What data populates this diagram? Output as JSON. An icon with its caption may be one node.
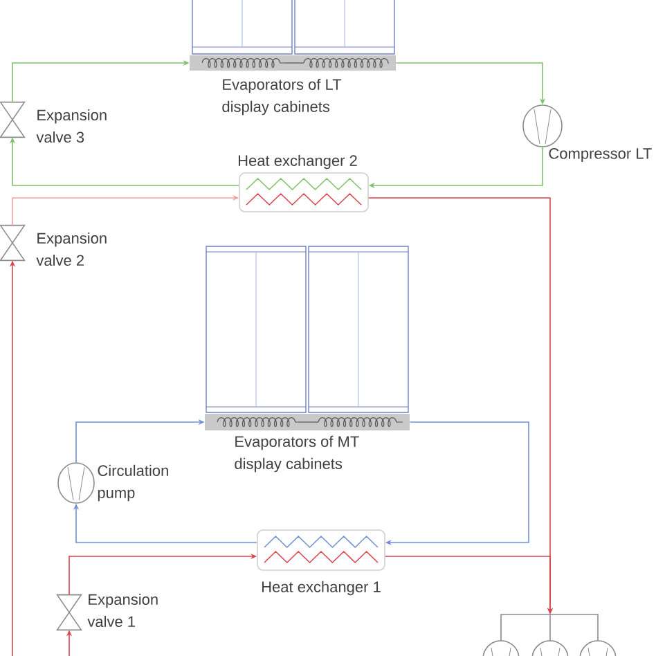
{
  "diagram": {
    "nodes": [
      {
        "text": [
          "Evaporators of LT display cabinets"
        ]
      },
      {
        "text": [
          "Expansion valve 3"
        ]
      },
      {
        "text": [
          "Compressor LT"
        ]
      },
      {
        "text": [
          "Heat exchanger 2"
        ]
      },
      {
        "text": [
          "Expansion valve 2"
        ]
      },
      {
        "text": [
          "Evaporators of MT display cabinets"
        ]
      },
      {
        "text": [
          "Circulation pump"
        ]
      },
      {
        "text": [
          "Heat exchanger 1"
        ]
      },
      {
        "text": [
          "Expansion valve 1"
        ]
      },
      {
        "text": [],
        "shape": "picture"
      }
    ],
    "edges": [
      {
        "from": 1,
        "to": 0,
        "arrow": "to",
        "color": "#7fc06a"
      },
      {
        "from": 0,
        "to": 2,
        "arrow": "to",
        "color": "#7fc06a"
      },
      {
        "from": 2,
        "to": 3,
        "arrow": "to",
        "color": "#7fc06a"
      },
      {
        "from": 3,
        "to": 1,
        "arrow": "to",
        "color": "#7fc06a"
      },
      {
        "from": null,
        "to": 4,
        "arrow": "to"
      },
      {
        "from": 4,
        "to": 3,
        "arrow": "to",
        "color": "#f2a0a0"
      },
      {
        "from": 3,
        "to": 9,
        "arrow": "to"
      },
      {
        "from": null,
        "to": 8,
        "arrow": "to"
      },
      {
        "from": 8,
        "to": 7,
        "arrow": "to"
      },
      {
        "from": 7,
        "to": 9,
        "arrow": "to"
      },
      {
        "from": 5,
        "to": 7,
        "arrow": "to",
        "color": "#6e8ed8"
      },
      {
        "from": 7,
        "to": 6,
        "arrow": "to",
        "color": "#6e8ed8"
      },
      {
        "from": 6,
        "to": 5,
        "arrow": "to",
        "color": "#6e8ed8"
      }
    ]
  }
}
